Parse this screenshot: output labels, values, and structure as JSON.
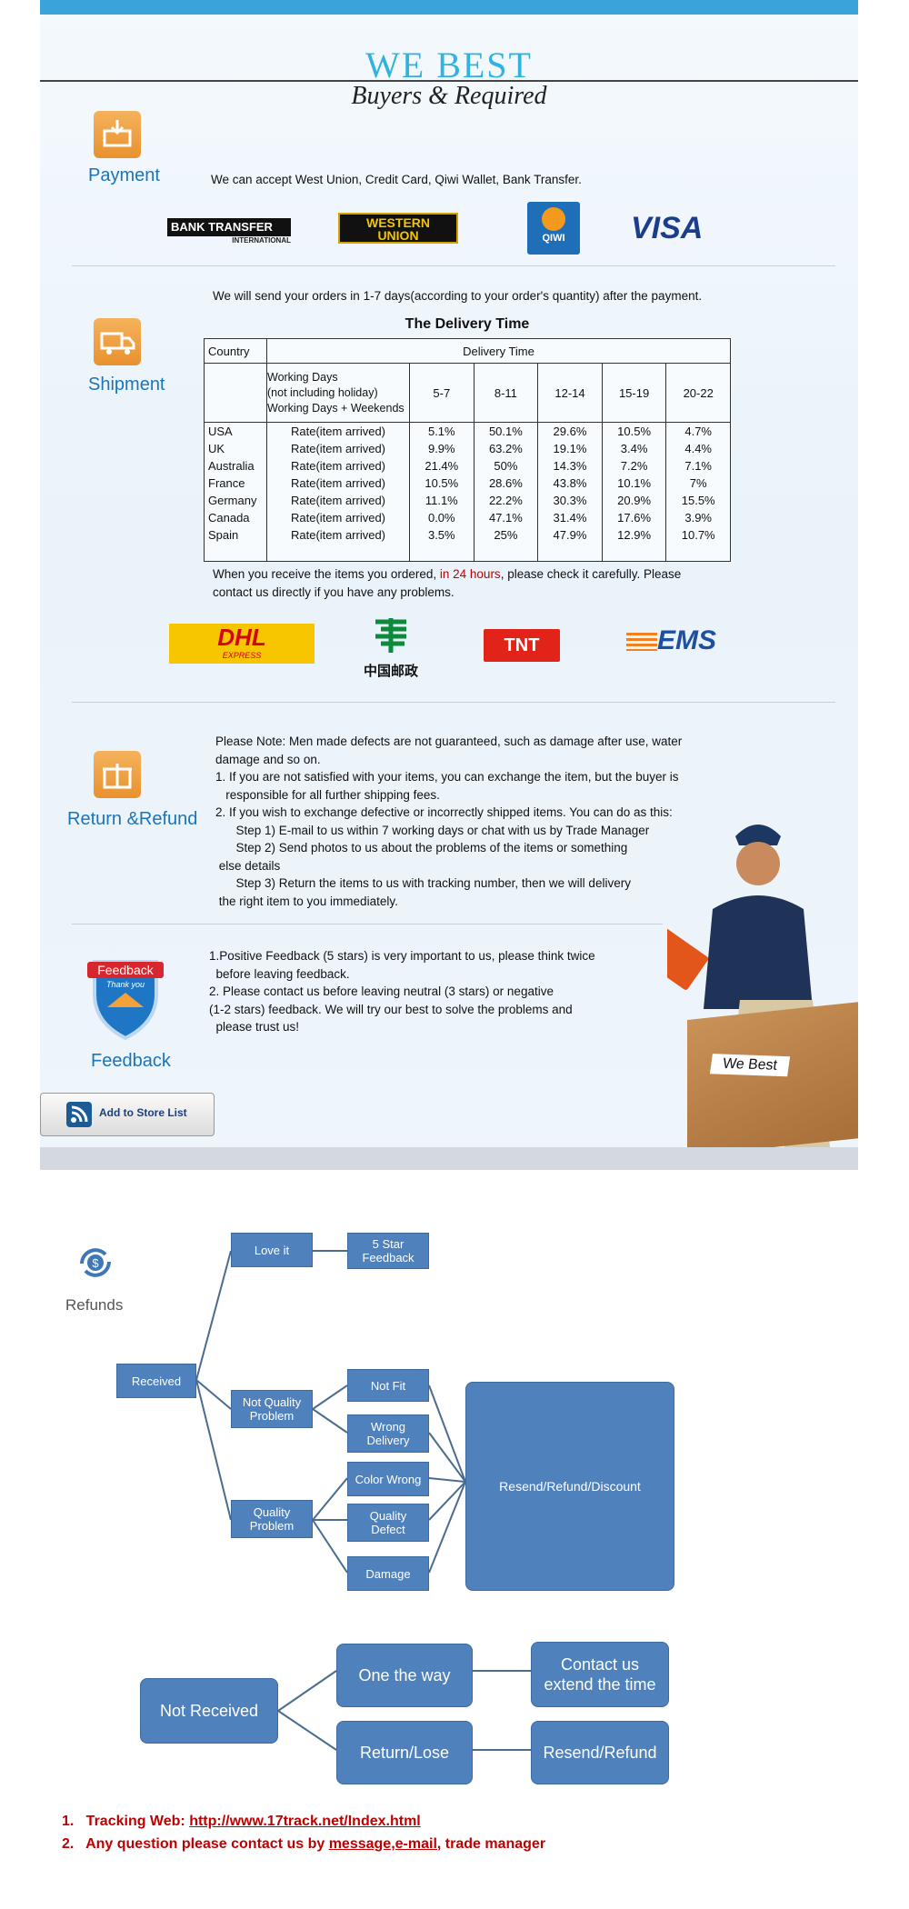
{
  "header": {
    "brand": "WE BEST",
    "subtitle": "Buyers & Required"
  },
  "payment": {
    "title": "Payment",
    "text": "We can accept West Union, Credit Card, Qiwi Wallet, Bank Transfer.",
    "logos": {
      "bank_main": "BANK TRANSFER",
      "bank_sub": "INTERNATIONAL",
      "wu_line1": "WESTERN",
      "wu_line2": "UNION",
      "qiwi": "QIWI",
      "visa": "VISA"
    }
  },
  "shipment": {
    "title": "Shipment",
    "intro": "We will send your orders in 1-7 days(according to your order's quantity) after the payment.",
    "table_title": "The Delivery Time",
    "col_country": "Country",
    "col_delivery": "Delivery Time",
    "working_days_lines": [
      "Working Days",
      "(not including holiday)",
      "Working Days + Weekends"
    ],
    "ranges": [
      "5-7",
      "8-11",
      "12-14",
      "15-19",
      "20-22"
    ],
    "rows": [
      {
        "country": "USA",
        "rate": "Rate(item arrived)",
        "v": [
          "5.1%",
          "50.1%",
          "29.6%",
          "10.5%",
          "4.7%"
        ]
      },
      {
        "country": "UK",
        "rate": "Rate(item arrived)",
        "v": [
          "9.9%",
          "63.2%",
          "19.1%",
          "3.4%",
          "4.4%"
        ]
      },
      {
        "country": "Australia",
        "rate": "Rate(item arrived)",
        "v": [
          "21.4%",
          "50%",
          "14.3%",
          "7.2%",
          "7.1%"
        ]
      },
      {
        "country": "France",
        "rate": "Rate(item arrived)",
        "v": [
          "10.5%",
          "28.6%",
          "43.8%",
          "10.1%",
          "7%"
        ]
      },
      {
        "country": "Germany",
        "rate": "Rate(item arrived)",
        "v": [
          "11.1%",
          "22.2%",
          "30.3%",
          "20.9%",
          "15.5%"
        ]
      },
      {
        "country": "Canada",
        "rate": "Rate(item arrived)",
        "v": [
          "0.0%",
          "47.1%",
          "31.4%",
          "17.6%",
          "3.9%"
        ]
      },
      {
        "country": "Spain",
        "rate": "Rate(item arrived)",
        "v": [
          "3.5%",
          "25%",
          "47.9%",
          "12.9%",
          "10.7%"
        ]
      }
    ],
    "note_before": "When you receive the items you ordered, ",
    "note_highlight": "in 24 hours",
    "note_after": ", please check it carefully. Please",
    "note_line2": "contact us directly if you have any problems.",
    "carriers": {
      "dhl": "DHL",
      "dhl_sub": "EXPRESS",
      "china_post": "中国邮政",
      "tnt": "TNT",
      "ems": "EMS"
    }
  },
  "refund": {
    "title": "Return &Refund",
    "lines": [
      "Please Note: Men made defects are not guaranteed, such as damage after use, water",
      "damage and so on.",
      "1. If you are not satisfied with your items, you can exchange the item, but the buyer is",
      "   responsible for all further shipping fees.",
      "2. If you wish to exchange defective or incorrectly shipped items. You can do as this:",
      "      Step 1) E-mail to us within 7 working days or chat with us by Trade Manager",
      "      Step 2) Send photos to us about the problems of the items or something",
      " else details",
      "      Step 3) Return the items to us with tracking number, then we will delivery",
      " the right item to you immediately."
    ]
  },
  "feedback": {
    "title": "Feedback",
    "badge_top": "Feedback",
    "badge_sub": "Thank you",
    "lines": [
      "1.Positive Feedback (5 stars) is very important to us, please think twice",
      "  before leaving feedback.",
      "2. Please contact us before leaving neutral (3 stars) or negative",
      "(1-2 stars) feedback. We will try our best to solve the problems and",
      "  please trust us!"
    ],
    "box_label": "We  Best"
  },
  "store_button": {
    "label": "Add to Store List"
  },
  "flow": {
    "refunds_label": "Refunds",
    "received": "Received",
    "love_it": "Love it",
    "five_star": "5 Star\nFeedback",
    "not_quality": "Not Quality\nProblem",
    "quality": "Quality\nProblem",
    "not_fit": "Not Fit",
    "wrong_delivery": "Wrong\nDelivery",
    "color_wrong": "Color Wrong",
    "quality_defect": "Quality\nDefect",
    "damage": "Damage",
    "resend_discount": "Resend/Refund/Discount",
    "not_received": "Not Received",
    "one_the_way": "One the way",
    "return_lose": "Return/Lose",
    "contact_extend": "Contact us\nextend the time",
    "resend_refund": "Resend/Refund"
  },
  "notes": {
    "n1_prefix": "1.   Tracking Web: ",
    "n1_link": "http://www.17track.net/Index.html",
    "n2_prefix": "2.   Any question please contact us by ",
    "n2_link": "message,e-mail",
    "n2_suffix": ", trade manager"
  },
  "colors": {
    "flow_box": "#4f81bd",
    "section_title": "#1c74b8",
    "brand": "#31b3e0",
    "note": "#c00000"
  }
}
